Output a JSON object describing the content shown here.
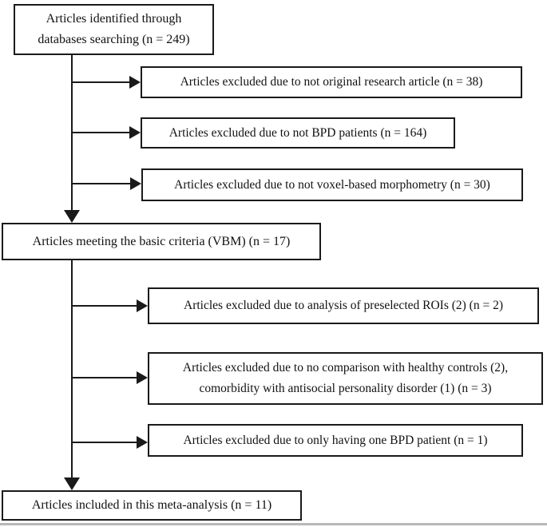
{
  "flowchart": {
    "boxes": {
      "identified": {
        "line1": "Articles identified through",
        "line2": "databases searching (n = 249)"
      },
      "excluded_not_original": {
        "text": "Articles excluded due to not original research article (n = 38)"
      },
      "excluded_not_bpd": {
        "text": "Articles excluded due to not BPD patients (n = 164)"
      },
      "excluded_not_vbm": {
        "text": "Articles excluded due to not voxel-based morphometry (n = 30)"
      },
      "meeting_criteria": {
        "text": "Articles meeting the basic criteria (VBM) (n = 17)"
      },
      "excluded_preselected_rois": {
        "text": "Articles excluded due to analysis of preselected ROIs (2) (n = 2)"
      },
      "excluded_no_comparison": {
        "line1": "Articles excluded due to no comparison with healthy controls (2),",
        "line2": "comorbidity with antisocial personality disorder (1) (n = 3)"
      },
      "excluded_one_patient": {
        "text": "Articles excluded due to only having one BPD patient (n = 1)"
      },
      "included": {
        "text": "Articles included in this meta-analysis (n = 11)"
      }
    },
    "colors": {
      "line": "#1a1a1a",
      "box_border": "#1a1a1a",
      "box_fill": "#ffffff",
      "text": "#111111",
      "background": "#ffffff",
      "bottom_rule": "#b8b8b8"
    }
  }
}
